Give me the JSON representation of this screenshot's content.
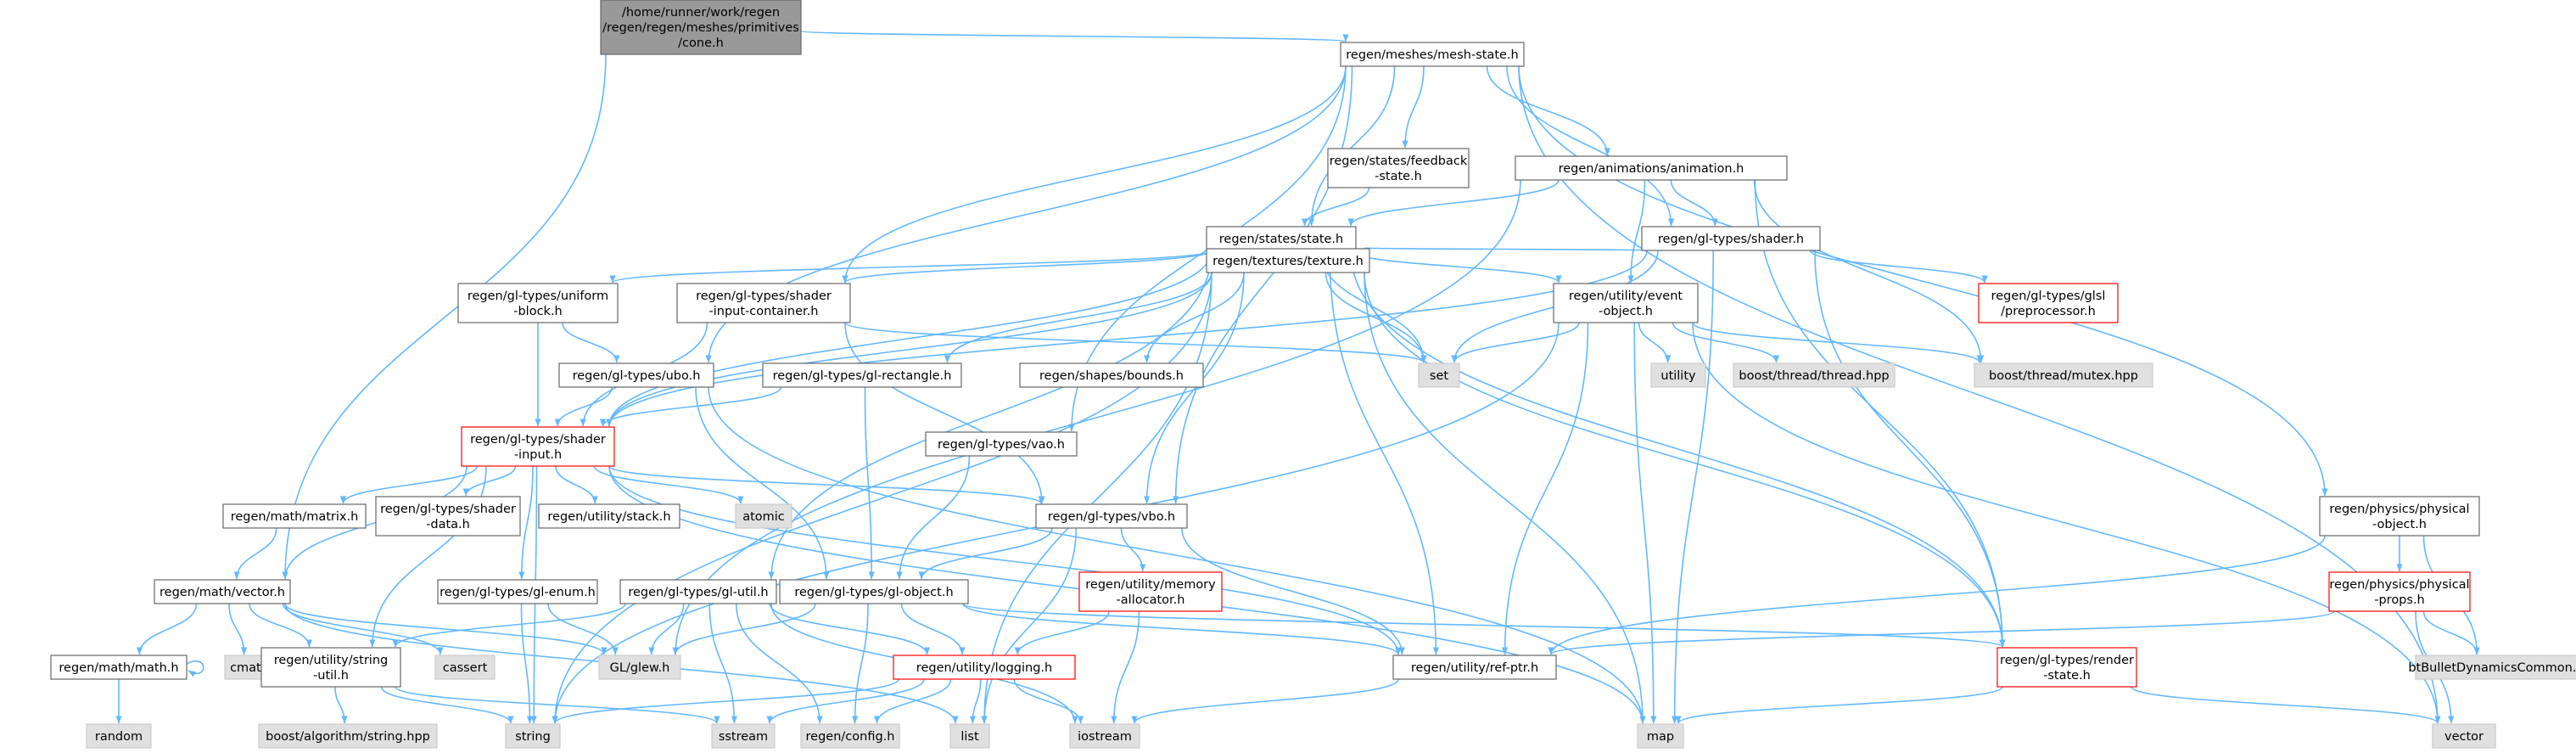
{
  "colors": {
    "edge": "#63b8ff",
    "root_fill": "#999999",
    "root_stroke": "#666666",
    "doc_fill": "#ffffff",
    "doc_stroke": "#666666",
    "ext_fill": "#e0e0e0",
    "ext_stroke": "#cccccc",
    "trunc_stroke": "#ff0000"
  },
  "nodes": [
    {
      "id": "root",
      "kind": "root",
      "lines": [
        "/home/runner/work/regen",
        "/regen/regen/meshes/primitives",
        "/cone.h"
      ]
    },
    {
      "id": "mesh_state",
      "kind": "doc",
      "lines": [
        "regen/meshes/mesh-state.h"
      ]
    },
    {
      "id": "feedback",
      "kind": "doc",
      "lines": [
        "regen/states/feedback",
        "-state.h"
      ]
    },
    {
      "id": "animation",
      "kind": "doc",
      "lines": [
        "regen/animations/animation.h"
      ]
    },
    {
      "id": "state",
      "kind": "doc",
      "lines": [
        "regen/states/state.h"
      ]
    },
    {
      "id": "shader",
      "kind": "doc",
      "lines": [
        "regen/gl-types/shader.h"
      ]
    },
    {
      "id": "uniform_block",
      "kind": "doc",
      "lines": [
        "regen/gl-types/uniform",
        "-block.h"
      ]
    },
    {
      "id": "sic",
      "kind": "doc",
      "lines": [
        "regen/gl-types/shader",
        "-input-container.h"
      ]
    },
    {
      "id": "texture",
      "kind": "doc",
      "lines": [
        "regen/textures/texture.h"
      ]
    },
    {
      "id": "event_object",
      "kind": "doc",
      "lines": [
        "regen/utility/event",
        "-object.h"
      ]
    },
    {
      "id": "glsl_pre",
      "kind": "trunc",
      "lines": [
        "regen/gl-types/glsl",
        "/preprocessor.h"
      ]
    },
    {
      "id": "set",
      "kind": "ext",
      "lines": [
        "set"
      ]
    },
    {
      "id": "utility",
      "kind": "ext",
      "lines": [
        "utility"
      ]
    },
    {
      "id": "boost_thread",
      "kind": "ext",
      "lines": [
        "boost/thread/thread.hpp"
      ]
    },
    {
      "id": "boost_mutex",
      "kind": "ext",
      "lines": [
        "boost/thread/mutex.hpp"
      ]
    },
    {
      "id": "ubo",
      "kind": "doc",
      "lines": [
        "regen/gl-types/ubo.h"
      ]
    },
    {
      "id": "gl_rect",
      "kind": "doc",
      "lines": [
        "regen/gl-types/gl-rectangle.h"
      ]
    },
    {
      "id": "bounds",
      "kind": "doc",
      "lines": [
        "regen/shapes/bounds.h"
      ]
    },
    {
      "id": "shader_input",
      "kind": "trunc",
      "lines": [
        "regen/gl-types/shader",
        "-input.h"
      ]
    },
    {
      "id": "vao",
      "kind": "doc",
      "lines": [
        "regen/gl-types/vao.h"
      ]
    },
    {
      "id": "math_matrix",
      "kind": "doc",
      "lines": [
        "regen/math/matrix.h"
      ]
    },
    {
      "id": "shader_data",
      "kind": "doc",
      "lines": [
        "regen/gl-types/shader",
        "-data.h"
      ]
    },
    {
      "id": "stack",
      "kind": "doc",
      "lines": [
        "regen/utility/stack.h"
      ]
    },
    {
      "id": "atomic",
      "kind": "ext",
      "lines": [
        "atomic"
      ]
    },
    {
      "id": "vbo",
      "kind": "doc",
      "lines": [
        "regen/gl-types/vbo.h"
      ]
    },
    {
      "id": "math_vector",
      "kind": "doc",
      "lines": [
        "regen/math/vector.h"
      ]
    },
    {
      "id": "gl_enum",
      "kind": "doc",
      "lines": [
        "regen/gl-types/gl-enum.h"
      ]
    },
    {
      "id": "gl_util",
      "kind": "doc",
      "lines": [
        "regen/gl-types/gl-util.h"
      ]
    },
    {
      "id": "gl_object",
      "kind": "doc",
      "lines": [
        "regen/gl-types/gl-object.h"
      ]
    },
    {
      "id": "mem_alloc",
      "kind": "trunc",
      "lines": [
        "regen/utility/memory",
        "-allocator.h"
      ]
    },
    {
      "id": "physical_object",
      "kind": "doc",
      "lines": [
        "regen/physics/physical",
        "-object.h"
      ]
    },
    {
      "id": "physical_props",
      "kind": "trunc",
      "lines": [
        "regen/physics/physical",
        "-props.h"
      ]
    },
    {
      "id": "math_math",
      "kind": "doc",
      "lines": [
        "regen/math/math.h"
      ]
    },
    {
      "id": "cmath",
      "kind": "ext",
      "lines": [
        "cmath"
      ]
    },
    {
      "id": "string_util",
      "kind": "doc",
      "lines": [
        "regen/utility/string",
        "-util.h"
      ]
    },
    {
      "id": "cassert",
      "kind": "ext",
      "lines": [
        "cassert"
      ]
    },
    {
      "id": "glew",
      "kind": "ext",
      "lines": [
        "GL/glew.h"
      ]
    },
    {
      "id": "logging",
      "kind": "trunc",
      "lines": [
        "regen/utility/logging.h"
      ]
    },
    {
      "id": "ref_ptr",
      "kind": "doc",
      "lines": [
        "regen/utility/ref-ptr.h"
      ]
    },
    {
      "id": "render_state",
      "kind": "trunc",
      "lines": [
        "regen/gl-types/render",
        "-state.h"
      ]
    },
    {
      "id": "bt_bullet",
      "kind": "ext",
      "lines": [
        "btBulletDynamicsCommon.h"
      ]
    },
    {
      "id": "random",
      "kind": "ext",
      "lines": [
        "random"
      ]
    },
    {
      "id": "boost_algo",
      "kind": "ext",
      "lines": [
        "boost/algorithm/string.hpp"
      ]
    },
    {
      "id": "string",
      "kind": "ext",
      "lines": [
        "string"
      ]
    },
    {
      "id": "sstream",
      "kind": "ext",
      "lines": [
        "sstream"
      ]
    },
    {
      "id": "regen_config",
      "kind": "ext",
      "lines": [
        "regen/config.h"
      ]
    },
    {
      "id": "list",
      "kind": "ext",
      "lines": [
        "list"
      ]
    },
    {
      "id": "iostream",
      "kind": "ext",
      "lines": [
        "iostream"
      ]
    },
    {
      "id": "map",
      "kind": "ext",
      "lines": [
        "map"
      ]
    },
    {
      "id": "vector",
      "kind": "ext",
      "lines": [
        "vector"
      ]
    }
  ],
  "edges": [
    [
      "root",
      "mesh_state"
    ],
    [
      "root",
      "math_vector"
    ],
    [
      "mesh_state",
      "feedback"
    ],
    [
      "mesh_state",
      "animation"
    ],
    [
      "mesh_state",
      "state"
    ],
    [
      "mesh_state",
      "shader"
    ],
    [
      "mesh_state",
      "sic"
    ],
    [
      "mesh_state",
      "vbo"
    ],
    [
      "mesh_state",
      "vao"
    ],
    [
      "mesh_state",
      "physical_object"
    ],
    [
      "mesh_state",
      "vector"
    ],
    [
      "mesh_state",
      "ubo"
    ],
    [
      "feedback",
      "state"
    ],
    [
      "animation",
      "state"
    ],
    [
      "animation",
      "shader"
    ],
    [
      "animation",
      "event_object"
    ],
    [
      "animation",
      "boost_mutex"
    ],
    [
      "animation",
      "glew"
    ],
    [
      "animation",
      "render_state"
    ],
    [
      "state",
      "uniform_block"
    ],
    [
      "state",
      "sic"
    ],
    [
      "state",
      "texture"
    ],
    [
      "state",
      "event_object"
    ],
    [
      "state",
      "shader_input"
    ],
    [
      "state",
      "set"
    ],
    [
      "state",
      "ref_ptr"
    ],
    [
      "state",
      "render_state"
    ],
    [
      "state",
      "gl_util"
    ],
    [
      "shader",
      "glsl_pre"
    ],
    [
      "shader",
      "texture"
    ],
    [
      "shader",
      "set"
    ],
    [
      "shader",
      "map"
    ],
    [
      "shader",
      "render_state"
    ],
    [
      "shader",
      "shader_input"
    ],
    [
      "uniform_block",
      "ubo"
    ],
    [
      "uniform_block",
      "shader_input"
    ],
    [
      "sic",
      "shader_input"
    ],
    [
      "sic",
      "vbo"
    ],
    [
      "sic",
      "set"
    ],
    [
      "texture",
      "set"
    ],
    [
      "texture",
      "gl_rect"
    ],
    [
      "texture",
      "bounds"
    ],
    [
      "texture",
      "shader_input"
    ],
    [
      "texture",
      "vbo"
    ],
    [
      "texture",
      "render_state"
    ],
    [
      "texture",
      "list"
    ],
    [
      "texture",
      "map"
    ],
    [
      "texture",
      "string"
    ],
    [
      "event_object",
      "set"
    ],
    [
      "event_object",
      "utility"
    ],
    [
      "event_object",
      "boost_thread"
    ],
    [
      "event_object",
      "boost_mutex"
    ],
    [
      "event_object",
      "ref_ptr"
    ],
    [
      "event_object",
      "map"
    ],
    [
      "event_object",
      "vector"
    ],
    [
      "event_object",
      "string"
    ],
    [
      "ubo",
      "shader_input"
    ],
    [
      "ubo",
      "gl_object"
    ],
    [
      "ubo",
      "map"
    ],
    [
      "gl_rect",
      "shader_input"
    ],
    [
      "gl_rect",
      "gl_object"
    ],
    [
      "vao",
      "gl_object"
    ],
    [
      "shader_input",
      "math_matrix"
    ],
    [
      "shader_input",
      "shader_data"
    ],
    [
      "shader_input",
      "stack"
    ],
    [
      "shader_input",
      "atomic"
    ],
    [
      "shader_input",
      "vbo"
    ],
    [
      "shader_input",
      "gl_enum"
    ],
    [
      "shader_input",
      "math_vector"
    ],
    [
      "shader_input",
      "string_util"
    ],
    [
      "shader_input",
      "ref_ptr"
    ],
    [
      "shader_input",
      "string"
    ],
    [
      "shader_input",
      "map"
    ],
    [
      "math_matrix",
      "math_vector"
    ],
    [
      "vbo",
      "gl_object"
    ],
    [
      "vbo",
      "mem_alloc"
    ],
    [
      "vbo",
      "ref_ptr"
    ],
    [
      "vbo",
      "list"
    ],
    [
      "gl_enum",
      "glew"
    ],
    [
      "gl_enum",
      "string"
    ],
    [
      "gl_util",
      "glew"
    ],
    [
      "gl_util",
      "string_util"
    ],
    [
      "gl_util",
      "logging"
    ],
    [
      "gl_util",
      "sstream"
    ],
    [
      "gl_util",
      "regen_config"
    ],
    [
      "gl_util",
      "iostream"
    ],
    [
      "gl_object",
      "glew"
    ],
    [
      "gl_object",
      "logging"
    ],
    [
      "gl_object",
      "ref_ptr"
    ],
    [
      "gl_object",
      "regen_config"
    ],
    [
      "gl_object",
      "render_state"
    ],
    [
      "mem_alloc",
      "logging"
    ],
    [
      "mem_alloc",
      "iostream"
    ],
    [
      "math_vector",
      "math_math"
    ],
    [
      "math_vector",
      "cmath"
    ],
    [
      "math_vector",
      "string_util"
    ],
    [
      "math_vector",
      "cassert"
    ],
    [
      "math_vector",
      "glew"
    ],
    [
      "math_vector",
      "list"
    ],
    [
      "math_math",
      "math_math"
    ],
    [
      "math_math",
      "random"
    ],
    [
      "string_util",
      "boost_algo"
    ],
    [
      "string_util",
      "string"
    ],
    [
      "string_util",
      "sstream"
    ],
    [
      "logging",
      "string"
    ],
    [
      "logging",
      "sstream"
    ],
    [
      "logging",
      "regen_config"
    ],
    [
      "logging",
      "list"
    ],
    [
      "logging",
      "iostream"
    ],
    [
      "ref_ptr",
      "iostream"
    ],
    [
      "render_state",
      "map"
    ],
    [
      "render_state",
      "vector"
    ],
    [
      "physical_object",
      "physical_props"
    ],
    [
      "physical_object",
      "bt_bullet"
    ],
    [
      "physical_object",
      "ref_ptr"
    ],
    [
      "physical_props",
      "bt_bullet"
    ],
    [
      "physical_props",
      "vector"
    ],
    [
      "physical_props",
      "ref_ptr"
    ]
  ]
}
